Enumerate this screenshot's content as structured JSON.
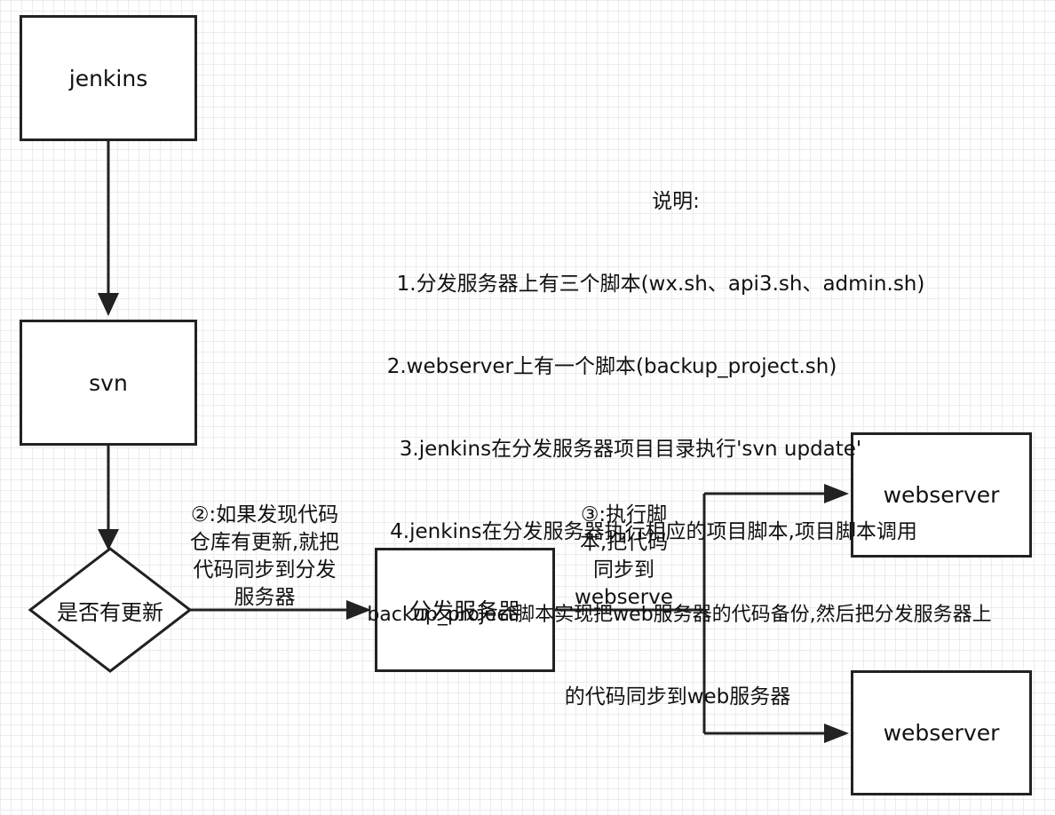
{
  "nodes": {
    "jenkins": "jenkins",
    "svn": "svn",
    "decision": "是否有更新",
    "dist_server": "分发服务器",
    "webserver_1": "webserver",
    "webserver_2": "webserver"
  },
  "edge_labels": {
    "update_found": "②:如果发现代码\n仓库有更新,就把\n代码同步到分发\n服务器",
    "run_script": "③:执行脚\n本,把代码\n同步到\nwebserve"
  },
  "description": {
    "lines": [
      "说明:",
      "1.分发服务器上有三个脚本(wx.sh、api3.sh、admin.sh)",
      "2.webserver上有一个脚本(backup_project.sh)",
      "3.jenkins在分发服务器项目目录执行'svn update'",
      "4.jenkins在分发服务器执行相应的项目脚本,项目脚本调用",
      "backup_project脚本实现把web服务器的代码备份,然后把分发服务器上",
      "的代码同步到web服务器"
    ]
  },
  "colors": {
    "stroke": "#222222",
    "grid": "#ececec",
    "background": "#ffffff"
  }
}
